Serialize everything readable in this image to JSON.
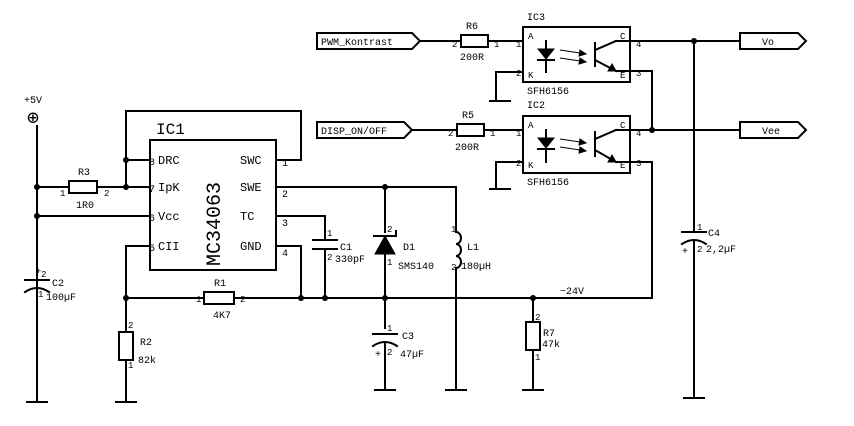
{
  "power": {
    "vcc_label": "+5V",
    "vcc_symbol": "⊕"
  },
  "signals": {
    "pwm": "PWM_Kontrast",
    "disp": "DISP_ON/OFF",
    "vo": "Vo",
    "vee": "Vee",
    "neg24": "−24V"
  },
  "ic1": {
    "ref": "IC1",
    "part": "MC34063",
    "pins": {
      "drc": "DRC",
      "ipk": "IpK",
      "vcc": "Vcc",
      "cii": "CII",
      "swc": "SWC",
      "swe": "SWE",
      "tc": "TC",
      "gnd": "GND"
    },
    "pin_numbers": {
      "p1": "1",
      "p2": "2",
      "p3": "3",
      "p4": "4",
      "p5": "5",
      "p6": "6",
      "p7": "7",
      "p8": "8"
    }
  },
  "ic2": {
    "ref": "IC2",
    "part": "SFH6156",
    "pin_a": "A",
    "pin_k": "K",
    "pin_c": "C",
    "pin_e": "E",
    "n1": "1",
    "n2": "2",
    "n3": "3",
    "n4": "4"
  },
  "ic3": {
    "ref": "IC3",
    "part": "SFH6156",
    "pin_a": "A",
    "pin_k": "K",
    "pin_c": "C",
    "pin_e": "E",
    "n1": "1",
    "n2": "2",
    "n3": "3",
    "n4": "4"
  },
  "components": {
    "r1": {
      "ref": "R1",
      "value": "4K7",
      "n1": "1",
      "n2": "2"
    },
    "r2": {
      "ref": "R2",
      "value": "82k",
      "n1": "1",
      "n2": "2"
    },
    "r3": {
      "ref": "R3",
      "value": "1R0",
      "n1": "1",
      "n2": "2"
    },
    "r5": {
      "ref": "R5",
      "value": "200R",
      "n1": "1",
      "n2": "2"
    },
    "r6": {
      "ref": "R6",
      "value": "200R",
      "n1": "1",
      "n2": "2"
    },
    "r7": {
      "ref": "R7",
      "value": "47k",
      "n1": "1",
      "n2": "2"
    },
    "c1": {
      "ref": "C1",
      "value": "330pF",
      "n1": "1",
      "n2": "2"
    },
    "c2": {
      "ref": "C2",
      "value": "100µF",
      "n1": "1",
      "n2": "2",
      "plus": "+"
    },
    "c3": {
      "ref": "C3",
      "value": "47µF",
      "n1": "1",
      "n2": "2",
      "plus": "+"
    },
    "c4": {
      "ref": "C4",
      "value": "2,2µF",
      "n1": "1",
      "n2": "2",
      "plus": "+"
    },
    "d1": {
      "ref": "D1",
      "value": "SMS140",
      "n1": "1",
      "n2": "2"
    },
    "l1": {
      "ref": "L1",
      "value": "180µH",
      "n1": "1",
      "n2": "2"
    }
  }
}
